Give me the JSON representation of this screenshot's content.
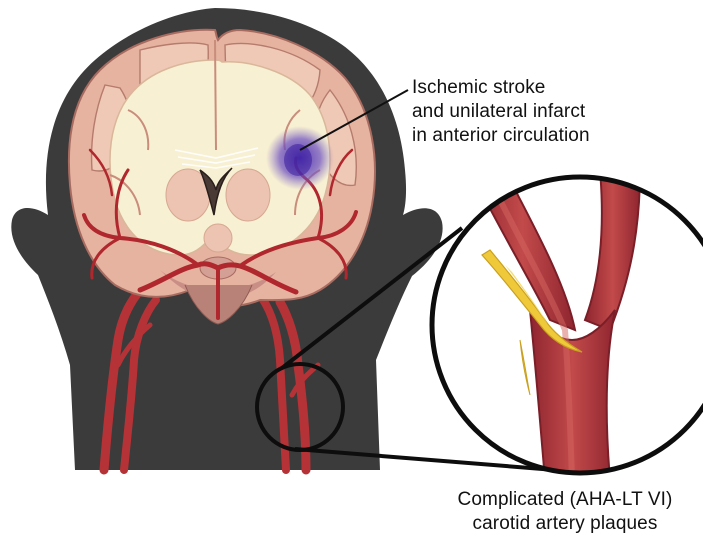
{
  "annotations": {
    "stroke": {
      "lines": [
        "Ischemic stroke",
        "and unilateral infarct",
        "in anterior circulation"
      ]
    },
    "plaque": {
      "lines": [
        "Complicated (AHA-LT VI)",
        "carotid artery plaques"
      ]
    }
  },
  "colors": {
    "head_silhouette": "#3a3a3a",
    "cortex": "#e7b9a6",
    "white_matter": "#f7efd3",
    "artery": "#b43036",
    "infarct": "#5d3fb4",
    "plaque": "#f0c93a",
    "outline": "#0d0d0d"
  }
}
